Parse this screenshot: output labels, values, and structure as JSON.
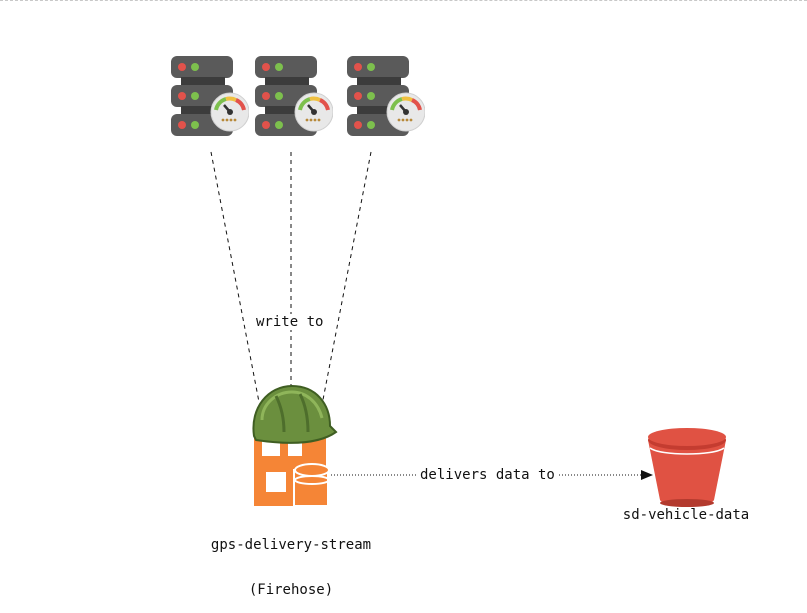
{
  "diagram": {
    "servers": [
      {
        "icon": "server-gauge-icon"
      },
      {
        "icon": "server-gauge-icon"
      },
      {
        "icon": "server-gauge-icon"
      }
    ],
    "firehose": {
      "label_line1": "gps-delivery-stream",
      "label_line2": "(Firehose)",
      "icon": "kinesis-firehose-helmet-icon",
      "colors": {
        "orange": "#f58536",
        "helmet": "#6b8f3e"
      }
    },
    "bucket": {
      "label": "sd-vehicle-data",
      "icon": "s3-bucket-icon",
      "color": "#e05243"
    },
    "edges": {
      "write_label": "write to",
      "deliver_label": "delivers data to"
    }
  }
}
